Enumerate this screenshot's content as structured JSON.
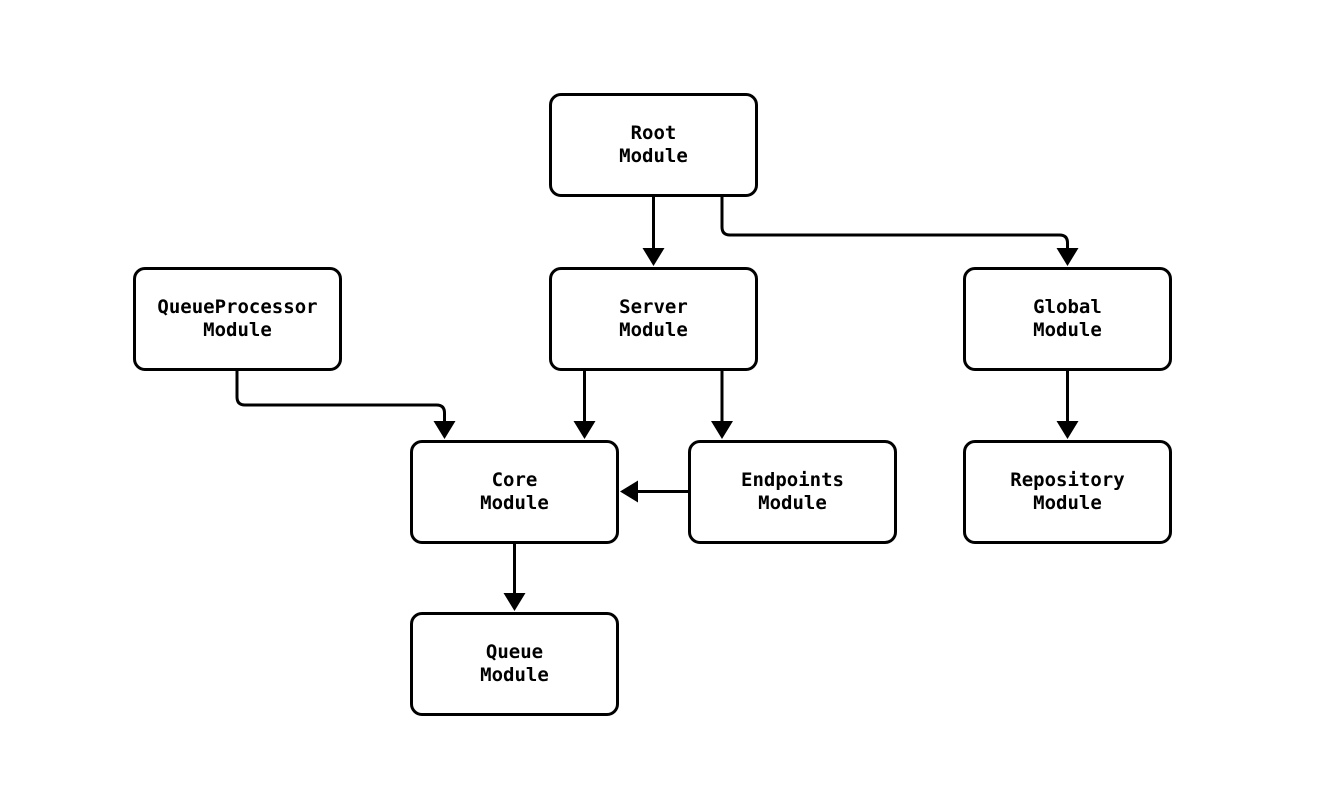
{
  "diagram": {
    "type": "flowchart",
    "background_color": "#ffffff",
    "node_fill_color": "#ffffff",
    "stroke_color": "#000000",
    "nodes": [
      {
        "id": "root",
        "label": "Root\nModule"
      },
      {
        "id": "queueprocessor",
        "label": "QueueProcessor\nModule"
      },
      {
        "id": "server",
        "label": "Server\nModule"
      },
      {
        "id": "global",
        "label": "Global\nModule"
      },
      {
        "id": "core",
        "label": "Core\nModule"
      },
      {
        "id": "endpoints",
        "label": "Endpoints\nModule"
      },
      {
        "id": "repository",
        "label": "Repository\nModule"
      },
      {
        "id": "queue",
        "label": "Queue\nModule"
      }
    ],
    "edges": [
      {
        "from": "Root Module",
        "to": "Server Module"
      },
      {
        "from": "Root Module",
        "to": "Global Module"
      },
      {
        "from": "QueueProcessor Module",
        "to": "Core Module"
      },
      {
        "from": "Server Module",
        "to": "Core Module"
      },
      {
        "from": "Server Module",
        "to": "Endpoints Module"
      },
      {
        "from": "Endpoints Module",
        "to": "Core Module"
      },
      {
        "from": "Global Module",
        "to": "Repository Module"
      },
      {
        "from": "Core Module",
        "to": "Queue Module"
      }
    ]
  }
}
